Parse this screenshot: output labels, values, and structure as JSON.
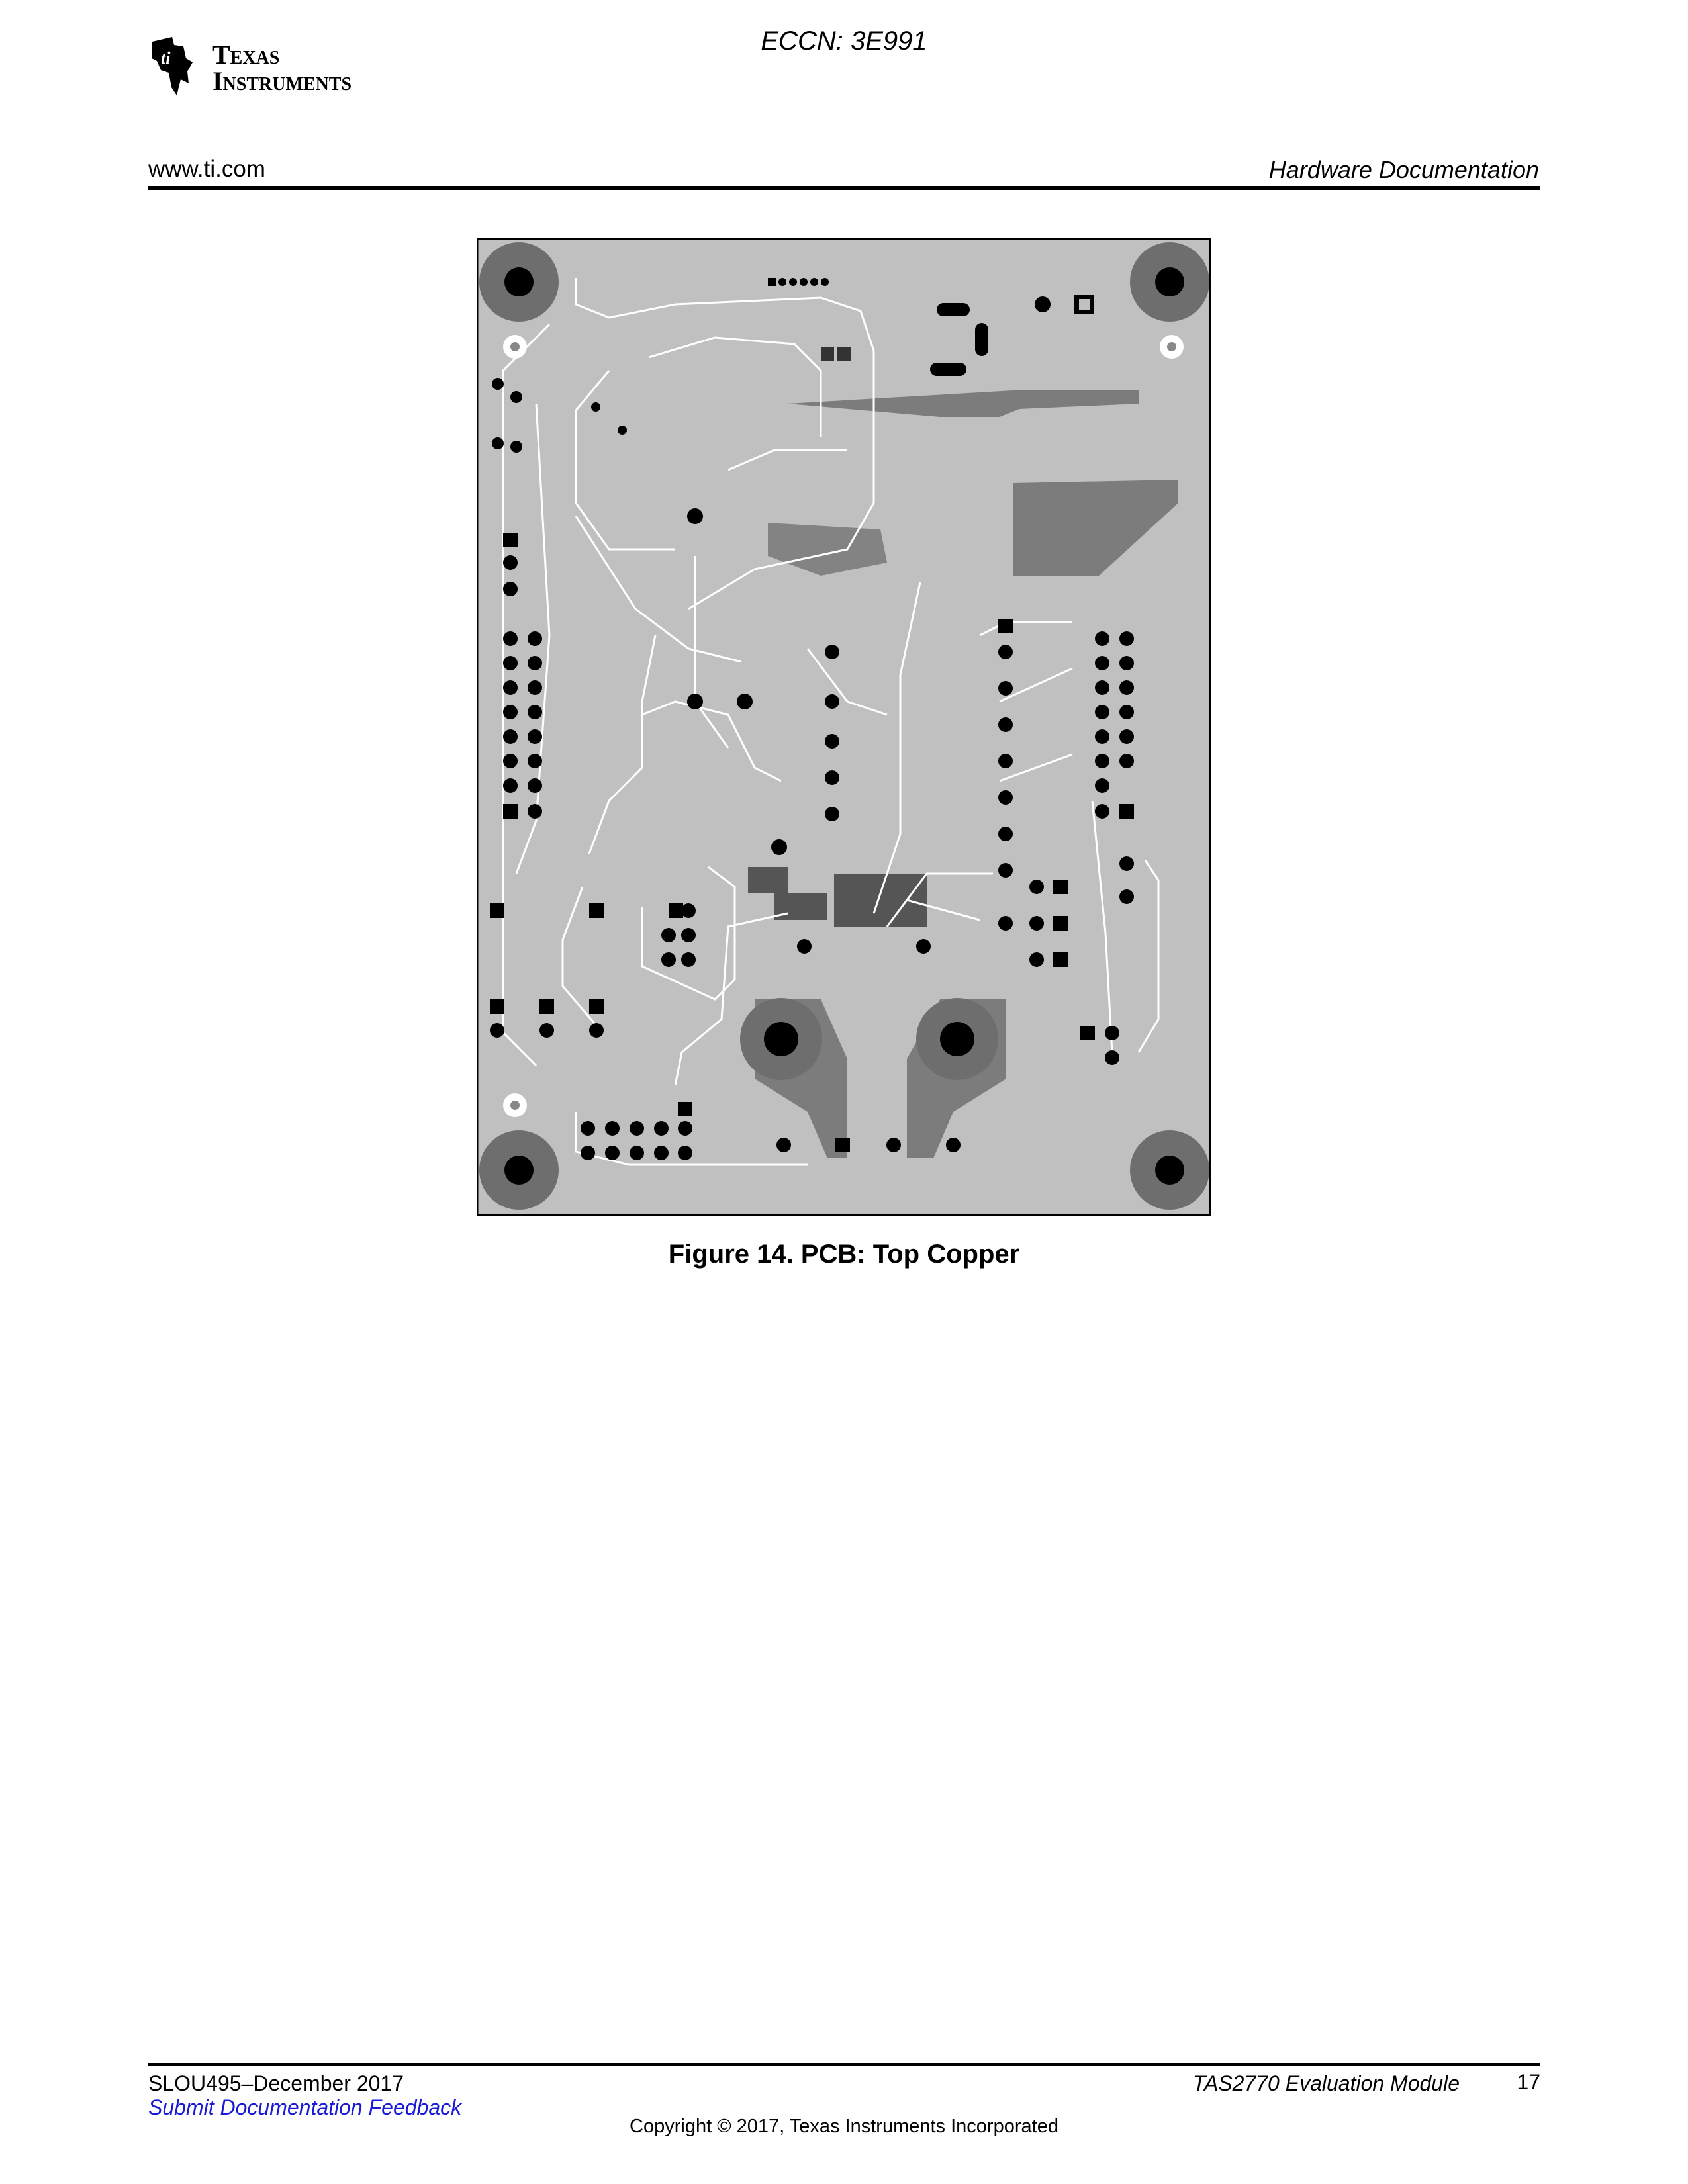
{
  "header": {
    "logo_line1": "Texas",
    "logo_line2": "Instruments",
    "eccn": "ECCN: 3E991",
    "website": "www.ti.com",
    "section": "Hardware Documentation"
  },
  "figure": {
    "caption": "Figure 14. PCB: Top Copper"
  },
  "footer": {
    "doc_id": "SLOU495–December 2017",
    "feedback_link": "Submit Documentation Feedback",
    "doc_title": "TAS2770 Evaluation Module",
    "page_number": "17",
    "copyright": "Copyright © 2017, Texas Instruments Incorporated"
  },
  "colors": {
    "board": "#c0c0c0",
    "copper_dark": "#7a7a7a",
    "hole": "#000000",
    "link": "#1a1ad6"
  }
}
